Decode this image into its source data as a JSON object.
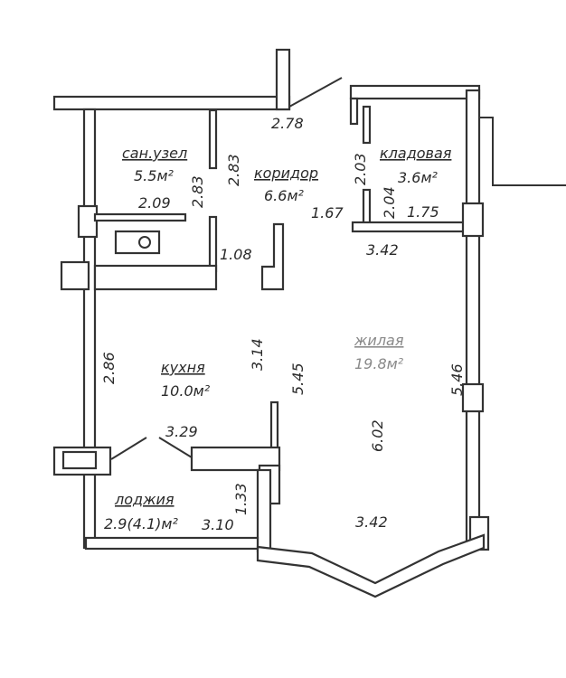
{
  "rooms": {
    "bathroom": {
      "name": "сан.узел",
      "area": "5.5м²"
    },
    "corridor": {
      "name": "коридор",
      "area": "6.6м²"
    },
    "storage": {
      "name": "кладовая",
      "area": "3.6м²"
    },
    "living": {
      "name": "жилая",
      "area": "19.8м²"
    },
    "kitchen": {
      "name": "кухня",
      "area": "10.0м²"
    },
    "loggia": {
      "name": "лоджия",
      "area": "2.9(4.1)м²"
    }
  },
  "dimensions": {
    "corridor_top": "2.78",
    "bath_left": "2.83",
    "bath_right": "2.83",
    "bath_width": "2.09",
    "bath_door": "1.08",
    "corridor_width": "1.67",
    "storage_left": "2.03",
    "storage_lower": "2.04",
    "storage_width": "1.75",
    "living_top": "3.42",
    "kitchen_left": "2.86",
    "kitchen_right": "3.14",
    "living_left": "5.45",
    "living_right": "5.46",
    "living_depth": "6.02",
    "kitchen_width": "3.29",
    "loggia_depth": "1.33",
    "loggia_width": "3.10",
    "living_bottom": "3.42"
  }
}
